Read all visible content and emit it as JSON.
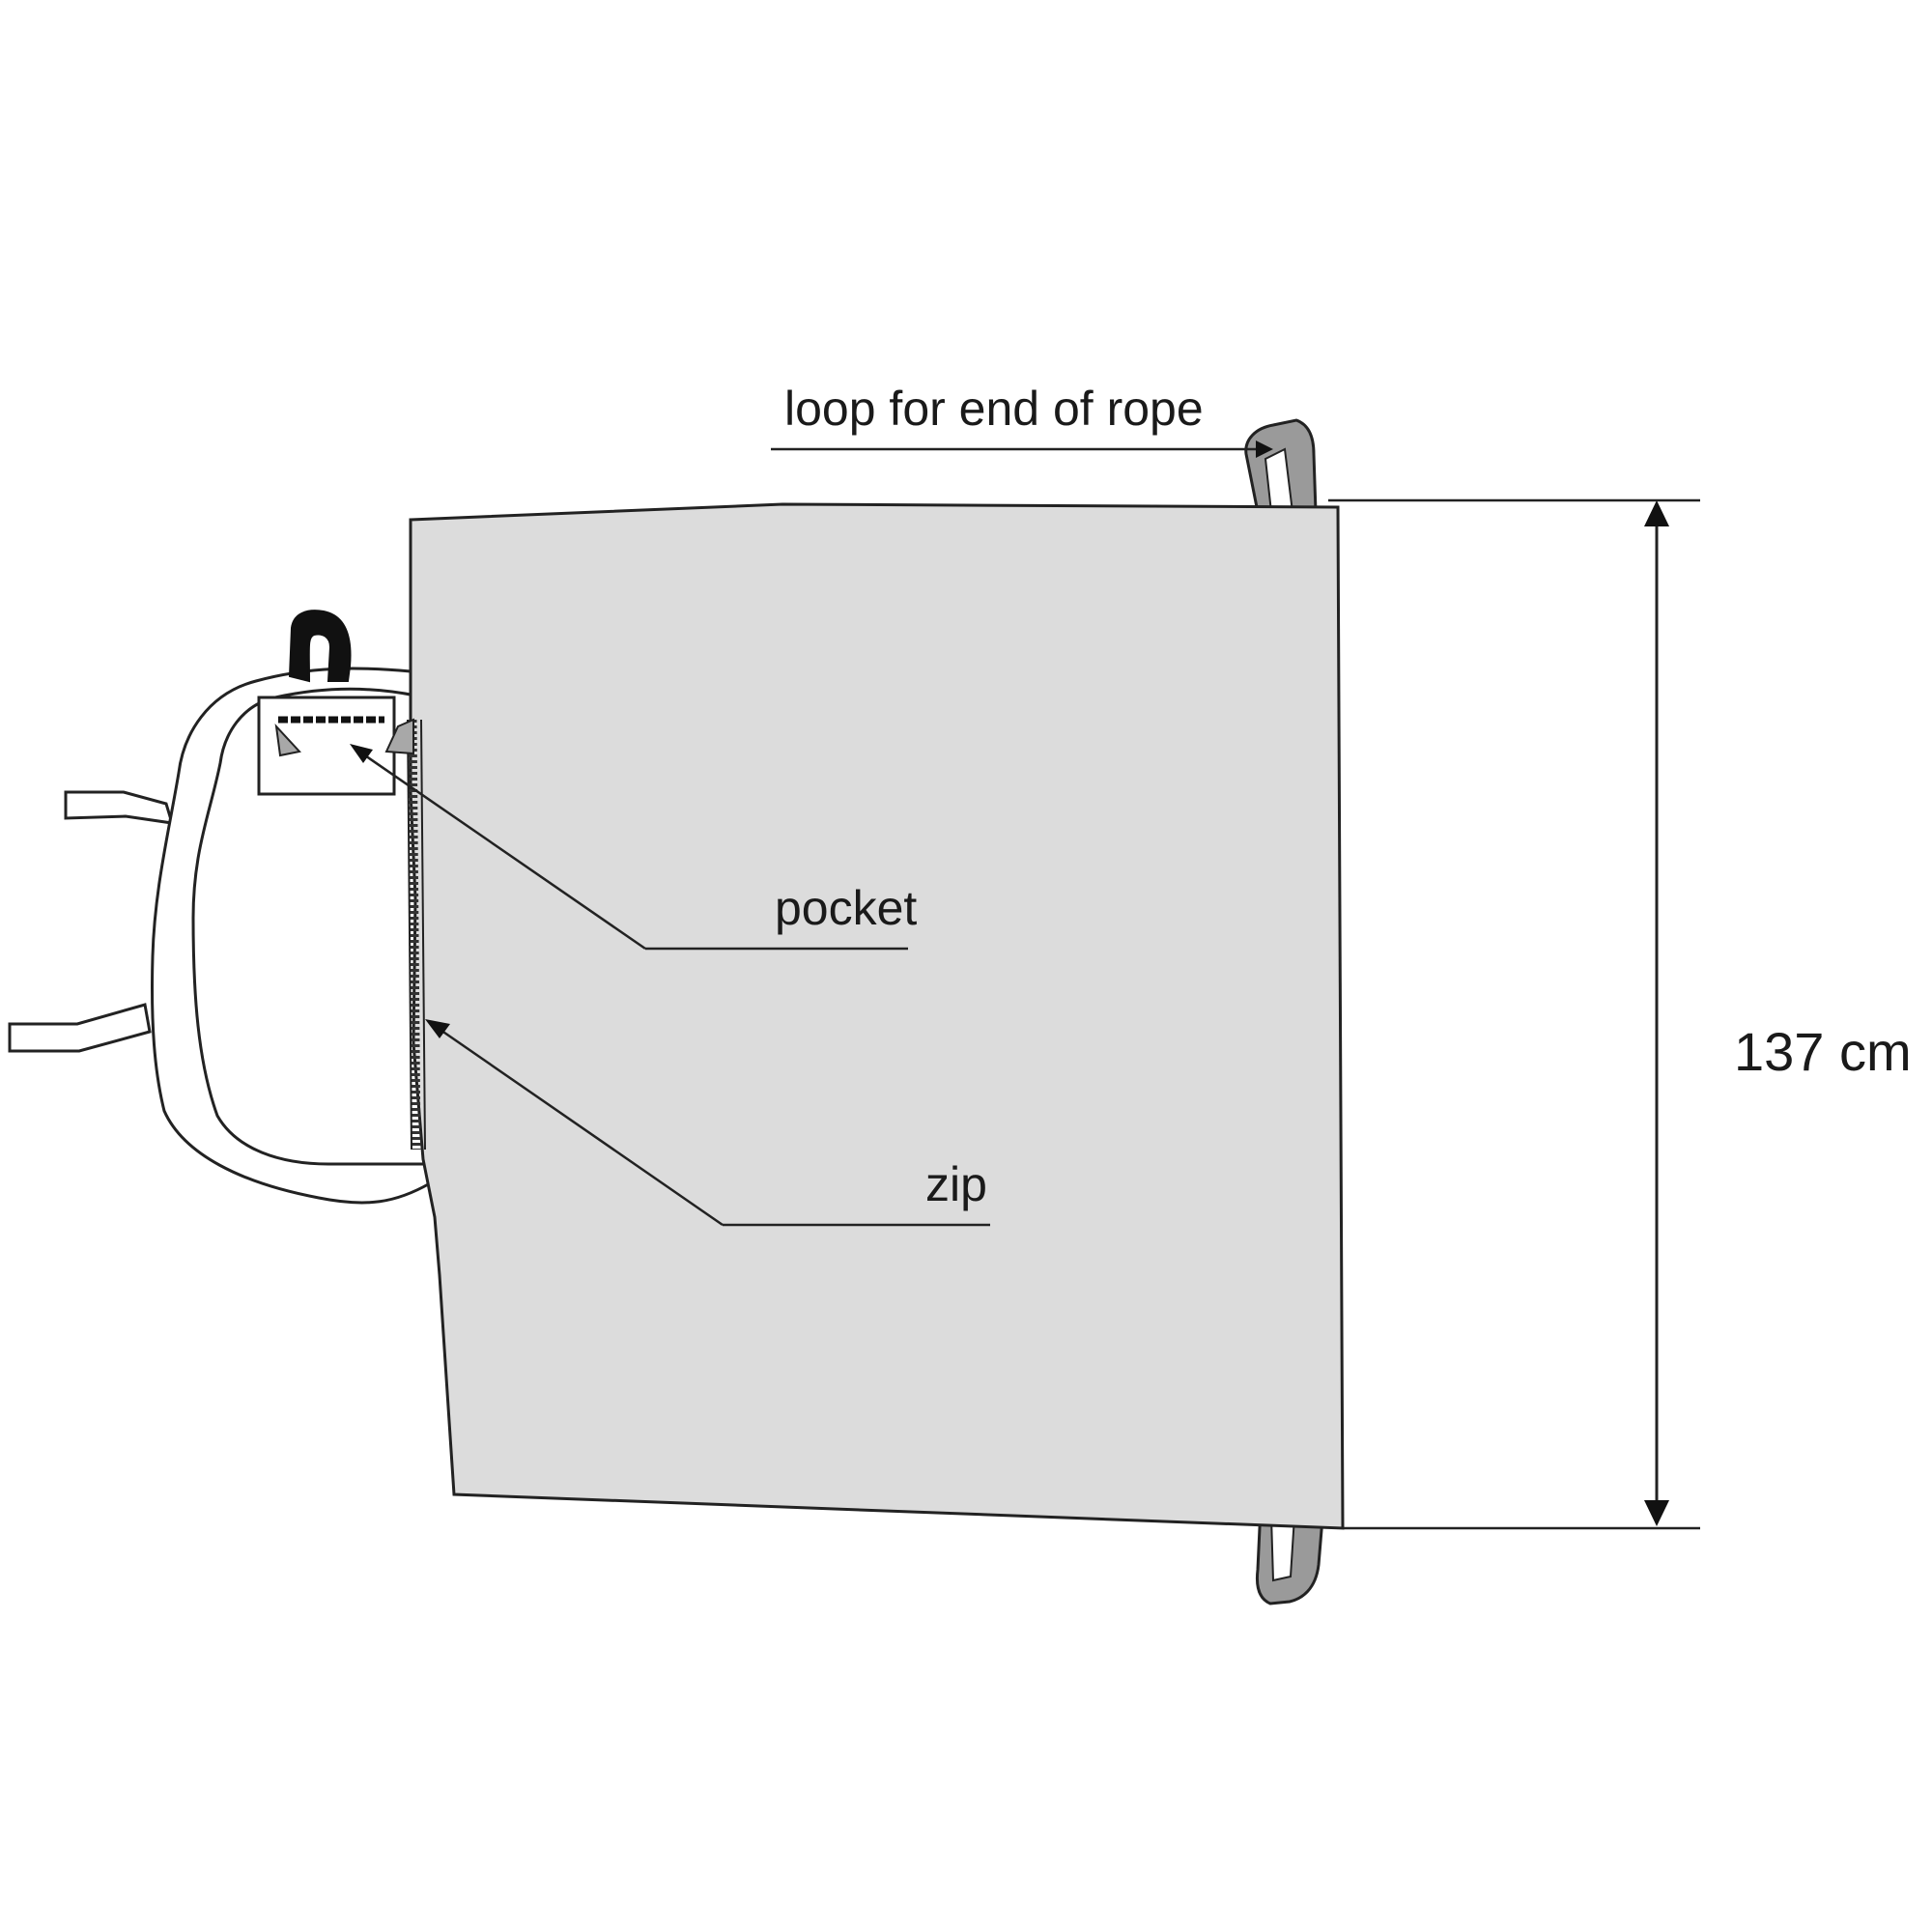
{
  "labels": {
    "loop": "loop for end of rope",
    "pocket": "pocket",
    "zip": "zip",
    "dimension": "137 cm"
  },
  "colors": {
    "sheet": "#dcdcdc",
    "outline": "#222222",
    "loop": "#9a9a9a",
    "zipper_pull": "#a8a8a8",
    "handle": "#111111",
    "background": "#ffffff"
  }
}
